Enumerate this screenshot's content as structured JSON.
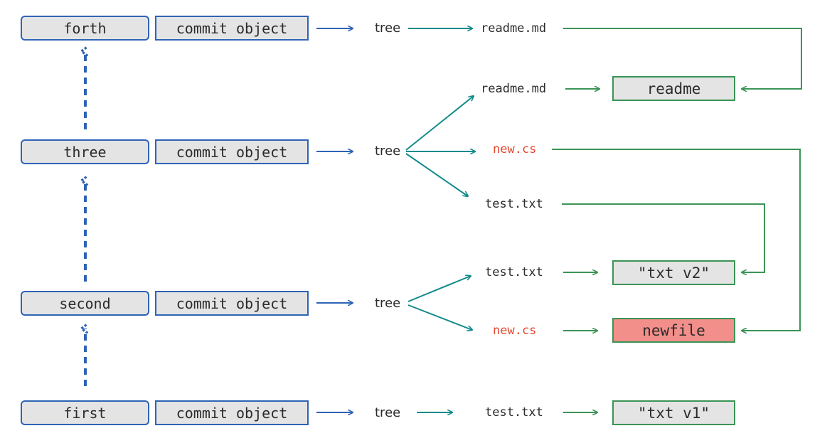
{
  "commits": [
    {
      "name": "forth",
      "object_label": "commit object"
    },
    {
      "name": "three",
      "object_label": "commit object"
    },
    {
      "name": "second",
      "object_label": "commit object"
    },
    {
      "name": "first",
      "object_label": "commit object"
    }
  ],
  "tree_label": "tree",
  "files": {
    "readme_md": "readme.md",
    "new_cs": "new.cs",
    "test_txt": "test.txt"
  },
  "blobs": {
    "readme": "readme",
    "txt_v2": "\"txt v2\"",
    "newfile": "newfile",
    "txt_v1": "\"txt v1\""
  },
  "colors": {
    "commit_border": "#2e63b6",
    "tree_arrow": "#138a8a",
    "blob_border": "#3b9456",
    "new_file_fill": "#f28f8a",
    "new_cs_text": "#e2492f"
  }
}
